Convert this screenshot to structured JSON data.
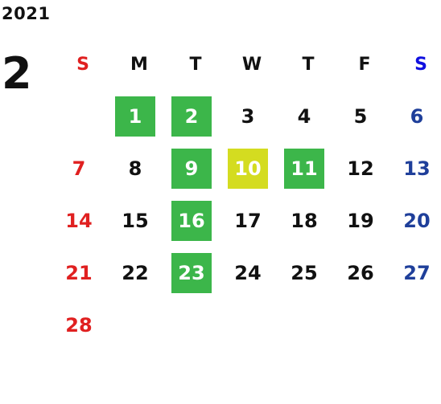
{
  "calendar": {
    "year": "2021",
    "month": "2",
    "colors": {
      "sunday": "#e02020",
      "saturday": "#1f3f9a",
      "saturday_header": "#1010e0",
      "weekday": "#111111",
      "highlight_green": "#3cb64a",
      "highlight_yellow": "#d4dc20"
    },
    "weekdays": [
      {
        "label": "S",
        "type": "sunday"
      },
      {
        "label": "M",
        "type": "weekday"
      },
      {
        "label": "T",
        "type": "weekday"
      },
      {
        "label": "W",
        "type": "weekday"
      },
      {
        "label": "T",
        "type": "weekday"
      },
      {
        "label": "F",
        "type": "weekday"
      },
      {
        "label": "S",
        "type": "saturday"
      }
    ],
    "first_weekday_index": 1,
    "days": [
      {
        "day": "1",
        "highlight": "green"
      },
      {
        "day": "2",
        "highlight": "green"
      },
      {
        "day": "3",
        "highlight": ""
      },
      {
        "day": "4",
        "highlight": ""
      },
      {
        "day": "5",
        "highlight": ""
      },
      {
        "day": "6",
        "highlight": ""
      },
      {
        "day": "7",
        "highlight": ""
      },
      {
        "day": "8",
        "highlight": ""
      },
      {
        "day": "9",
        "highlight": "green"
      },
      {
        "day": "10",
        "highlight": "yellow"
      },
      {
        "day": "11",
        "highlight": "green"
      },
      {
        "day": "12",
        "highlight": ""
      },
      {
        "day": "13",
        "highlight": ""
      },
      {
        "day": "14",
        "highlight": ""
      },
      {
        "day": "15",
        "highlight": ""
      },
      {
        "day": "16",
        "highlight": "green"
      },
      {
        "day": "17",
        "highlight": ""
      },
      {
        "day": "18",
        "highlight": ""
      },
      {
        "day": "19",
        "highlight": ""
      },
      {
        "day": "20",
        "highlight": ""
      },
      {
        "day": "21",
        "highlight": ""
      },
      {
        "day": "22",
        "highlight": ""
      },
      {
        "day": "23",
        "highlight": "green"
      },
      {
        "day": "24",
        "highlight": ""
      },
      {
        "day": "25",
        "highlight": ""
      },
      {
        "day": "26",
        "highlight": ""
      },
      {
        "day": "27",
        "highlight": ""
      },
      {
        "day": "28",
        "highlight": ""
      }
    ]
  }
}
